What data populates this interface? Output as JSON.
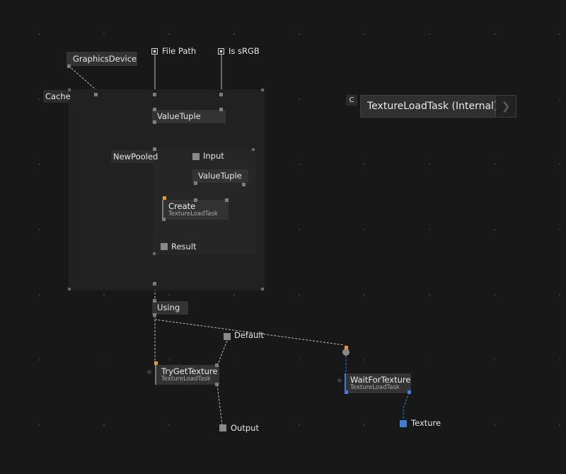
{
  "nodes": {
    "graphics_device": "GraphicsDevice",
    "file_path": "File Path",
    "is_srgb": "Is sRGB",
    "cache": "Cache",
    "value_tuple_1": "ValueTuple",
    "new_pooled": "NewPooled",
    "input": "Input",
    "value_tuple_2": "ValueTuple",
    "create": {
      "title": "Create",
      "subtitle": "TextureLoadTask"
    },
    "result": "Result",
    "using": "Using",
    "default": "Default",
    "try_get_texture": {
      "title": "TryGetTexture",
      "subtitle": "TextureLoadTask"
    },
    "wait_for_texture": {
      "title": "WaitForTexture",
      "subtitle": "TextureLoadTask"
    },
    "output": "Output",
    "texture": "Texture"
  },
  "header": {
    "badge": "C",
    "title": "TextureLoadTask (Internal)",
    "expand_glyph": "❯"
  },
  "colors": {
    "background": "#181818",
    "wire": "#bdbdbd",
    "wire_blue": "#3d7fd9",
    "pin_orange": "#e0a020",
    "pin_blue": "#3d7fd9"
  }
}
